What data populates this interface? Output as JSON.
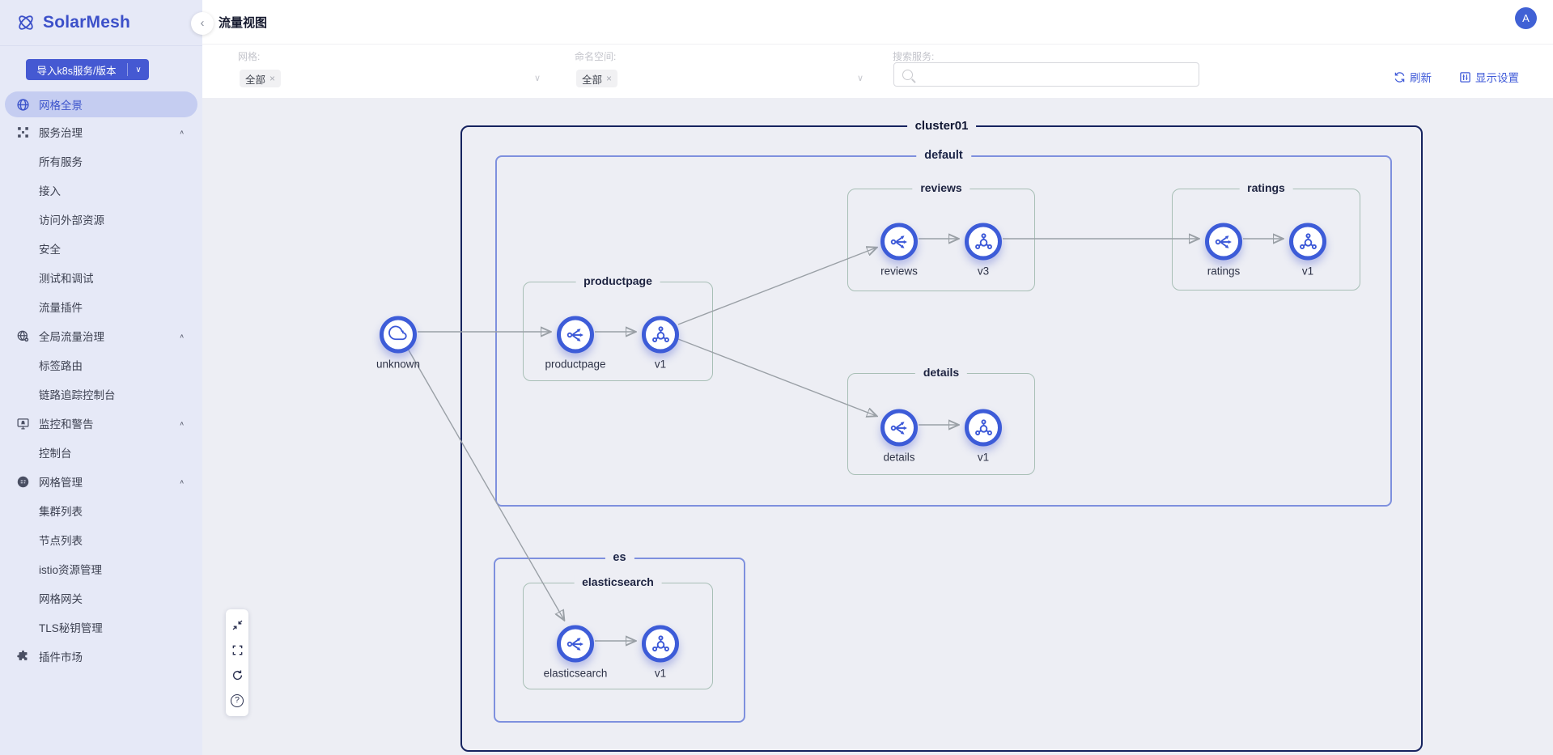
{
  "icons": {
    "collapse": "‹",
    "chevron_up": "∧",
    "chevron_down": "∨",
    "close": "×",
    "help": "?"
  },
  "sidebar": {
    "logo": "SolarMesh",
    "import_button": "导入k8s服务/版本",
    "items": [
      {
        "label": "网格全景",
        "type": "top",
        "icon": "globe-icon",
        "selected": true
      },
      {
        "label": "服务治理",
        "type": "group",
        "icon": "service-governance-icon",
        "expanded": true
      },
      {
        "label": "所有服务",
        "type": "child"
      },
      {
        "label": "接入",
        "type": "child"
      },
      {
        "label": "访问外部资源",
        "type": "child"
      },
      {
        "label": "安全",
        "type": "child"
      },
      {
        "label": "测试和调试",
        "type": "child"
      },
      {
        "label": "流量插件",
        "type": "child"
      },
      {
        "label": "全局流量治理",
        "type": "group",
        "icon": "global-traffic-icon",
        "expanded": true
      },
      {
        "label": "标签路由",
        "type": "child"
      },
      {
        "label": "链路追踪控制台",
        "type": "child"
      },
      {
        "label": "监控和警告",
        "type": "group",
        "icon": "monitor-alert-icon",
        "expanded": true
      },
      {
        "label": "控制台",
        "type": "child"
      },
      {
        "label": "网格管理",
        "type": "group",
        "icon": "mesh-manage-icon",
        "expanded": true
      },
      {
        "label": "集群列表",
        "type": "child"
      },
      {
        "label": "节点列表",
        "type": "child"
      },
      {
        "label": "istio资源管理",
        "type": "child"
      },
      {
        "label": "网格网关",
        "type": "child"
      },
      {
        "label": "TLS秘钥管理",
        "type": "child"
      },
      {
        "label": "插件市场",
        "type": "top",
        "icon": "plugin-market-icon"
      }
    ]
  },
  "header": {
    "title": "流量视图",
    "avatar": "A"
  },
  "filters": {
    "mesh": {
      "label": "网格:",
      "value": "全部"
    },
    "namespace": {
      "label": "命名空间:",
      "value": "全部"
    },
    "search": {
      "label": "搜索服务:",
      "value": ""
    }
  },
  "actions": {
    "refresh": "刷新",
    "display_settings": "显示设置"
  },
  "graph": {
    "cluster": {
      "label": "cluster01"
    },
    "namespaces": [
      {
        "label": "default"
      },
      {
        "label": "es"
      }
    ],
    "app_groups": [
      {
        "label": "productpage"
      },
      {
        "label": "reviews"
      },
      {
        "label": "ratings"
      },
      {
        "label": "details"
      },
      {
        "label": "elasticsearch"
      }
    ],
    "nodes": [
      {
        "id": "unknown",
        "label": "unknown",
        "icon": "cloud-icon"
      },
      {
        "id": "productpage",
        "label": "productpage",
        "icon": "service-icon"
      },
      {
        "id": "productpage-v1",
        "label": "v1",
        "icon": "version-icon"
      },
      {
        "id": "reviews",
        "label": "reviews",
        "icon": "service-icon"
      },
      {
        "id": "reviews-v3",
        "label": "v3",
        "icon": "version-icon"
      },
      {
        "id": "ratings",
        "label": "ratings",
        "icon": "service-icon"
      },
      {
        "id": "ratings-v1",
        "label": "v1",
        "icon": "version-icon"
      },
      {
        "id": "details",
        "label": "details",
        "icon": "service-icon"
      },
      {
        "id": "details-v1",
        "label": "v1",
        "icon": "version-icon"
      },
      {
        "id": "elasticsearch",
        "label": "elasticsearch",
        "icon": "service-icon"
      },
      {
        "id": "elasticsearch-v1",
        "label": "v1",
        "icon": "version-icon"
      }
    ],
    "edges": [
      {
        "from": "unknown",
        "to": "productpage"
      },
      {
        "from": "unknown",
        "to": "elasticsearch"
      },
      {
        "from": "productpage",
        "to": "productpage-v1"
      },
      {
        "from": "productpage-v1",
        "to": "reviews"
      },
      {
        "from": "productpage-v1",
        "to": "details"
      },
      {
        "from": "reviews",
        "to": "reviews-v3"
      },
      {
        "from": "reviews-v3",
        "to": "ratings"
      },
      {
        "from": "ratings",
        "to": "ratings-v1"
      },
      {
        "from": "details",
        "to": "details-v1"
      },
      {
        "from": "elasticsearch",
        "to": "elasticsearch-v1"
      }
    ]
  }
}
